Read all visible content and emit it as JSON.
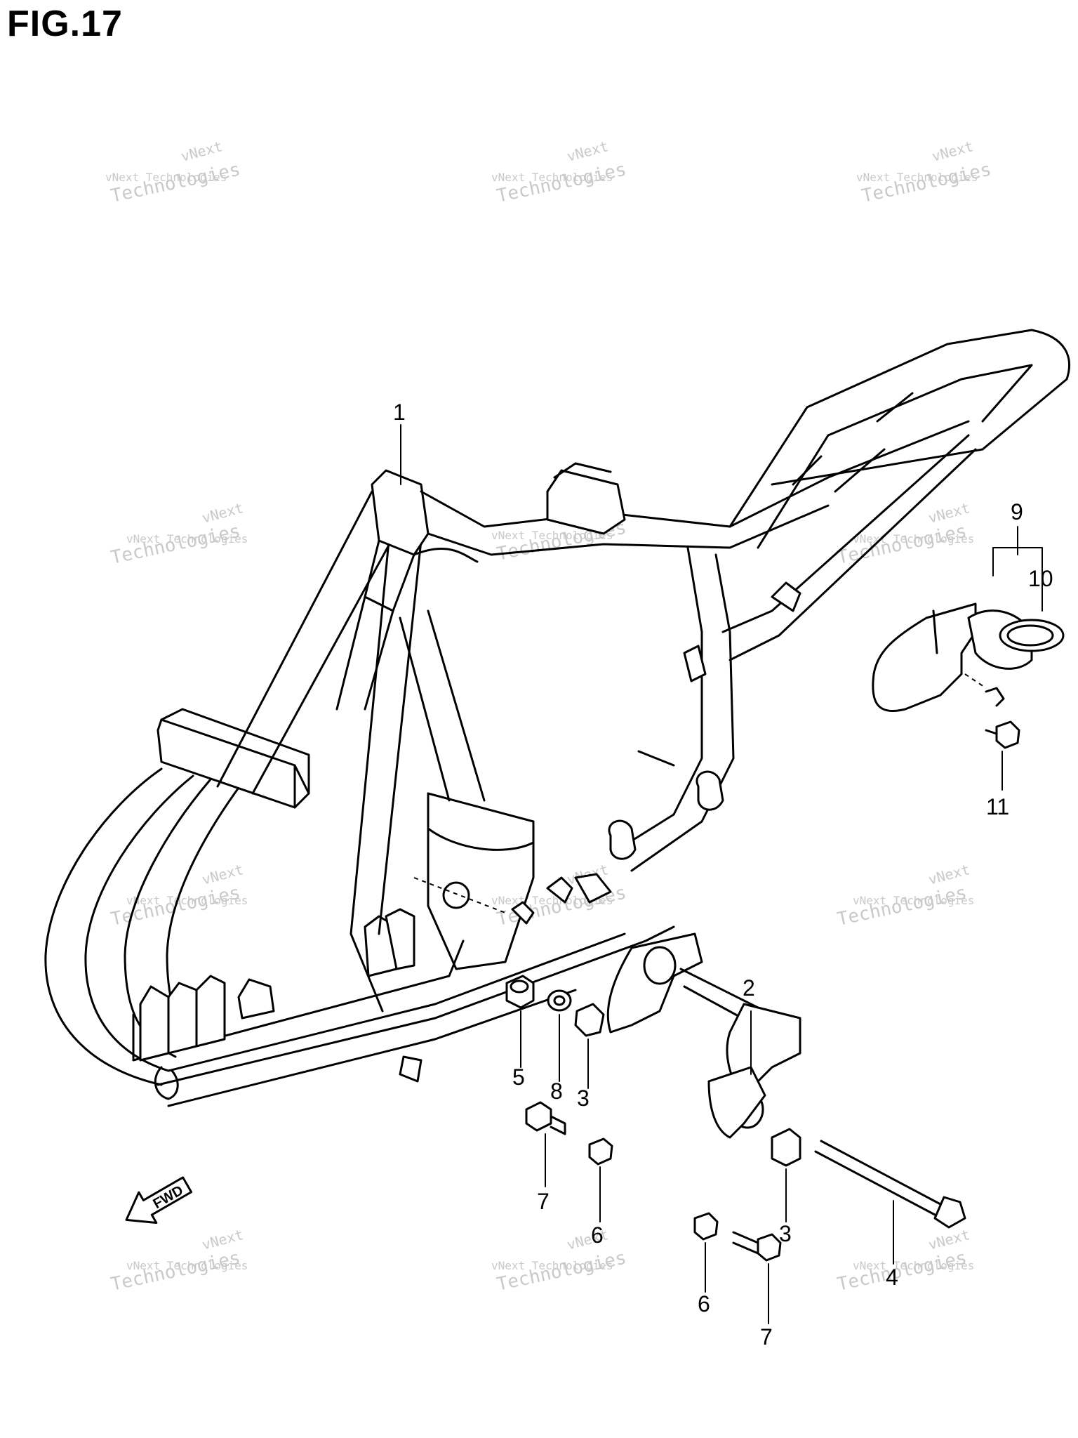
{
  "figure": {
    "title": "FIG.17"
  },
  "callouts": {
    "c1": "1",
    "c2": "2",
    "c3a": "3",
    "c3b": "3",
    "c4": "4",
    "c5": "5",
    "c6a": "6",
    "c6b": "6",
    "c7a": "7",
    "c7b": "7",
    "c8": "8",
    "c9": "9",
    "c10": "10",
    "c11": "11"
  },
  "fwd_arrow": {
    "label": "FWD",
    "icon": "forward-arrow-icon"
  },
  "watermark": {
    "line1": "vNext",
    "line2": "vNext Technologies",
    "line3": "Technologies",
    "color": "#c9c9c9"
  }
}
